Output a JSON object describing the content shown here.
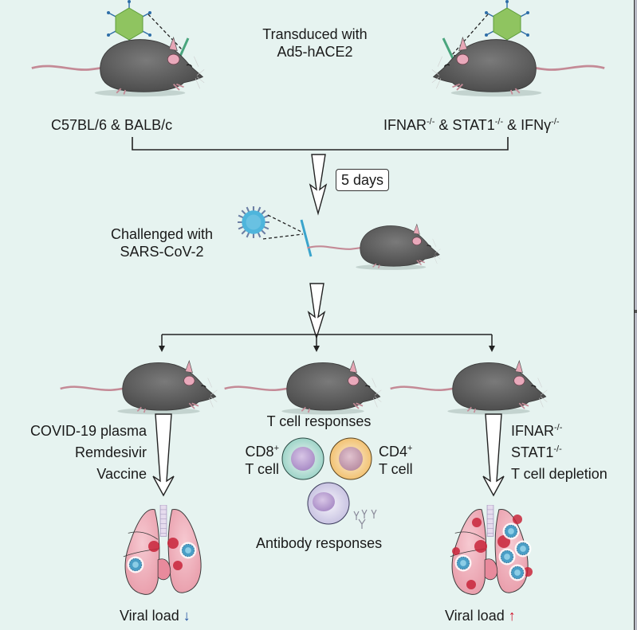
{
  "top": {
    "transduction_label_line1": "Transduced with",
    "transduction_label_line2": "Ad5-hACE2",
    "left_strain_label": "C57BL/6 & BALB/c",
    "right_strain_parts": [
      "IFNAR",
      "-/-",
      " & STAT1",
      "-/-",
      " & IFNγ",
      "-/-"
    ]
  },
  "timeline": {
    "interval_label": "5 days"
  },
  "challenge": {
    "label_line1": "Challenged with",
    "label_line2": "SARS-CoV-2"
  },
  "branches": {
    "left": {
      "treatments": [
        "COVID-19 plasma",
        "Remdesivir",
        "Vaccine"
      ],
      "outcome_label": "Viral load",
      "outcome_direction": "down",
      "outcome_color": "#1f4fa0"
    },
    "middle": {
      "title": "T cell responses",
      "cd8_label": "CD8",
      "cd8_sup": "+",
      "cd8_sub_label": "T cell",
      "cd4_label": "CD4",
      "cd4_sup": "+",
      "cd4_sub_label": "T cell",
      "antibody_label": "Antibody responses"
    },
    "right": {
      "conditions": [
        {
          "text": "IFNAR",
          "sup": "-/-"
        },
        {
          "text": "STAT1",
          "sup": "-/-"
        },
        {
          "text": "T cell depletion",
          "sup": ""
        }
      ],
      "outcome_label": "Viral load",
      "outcome_direction": "up",
      "outcome_color": "#d0142c"
    }
  },
  "icons": {
    "down_arrow": "↓",
    "up_arrow": "↑"
  }
}
